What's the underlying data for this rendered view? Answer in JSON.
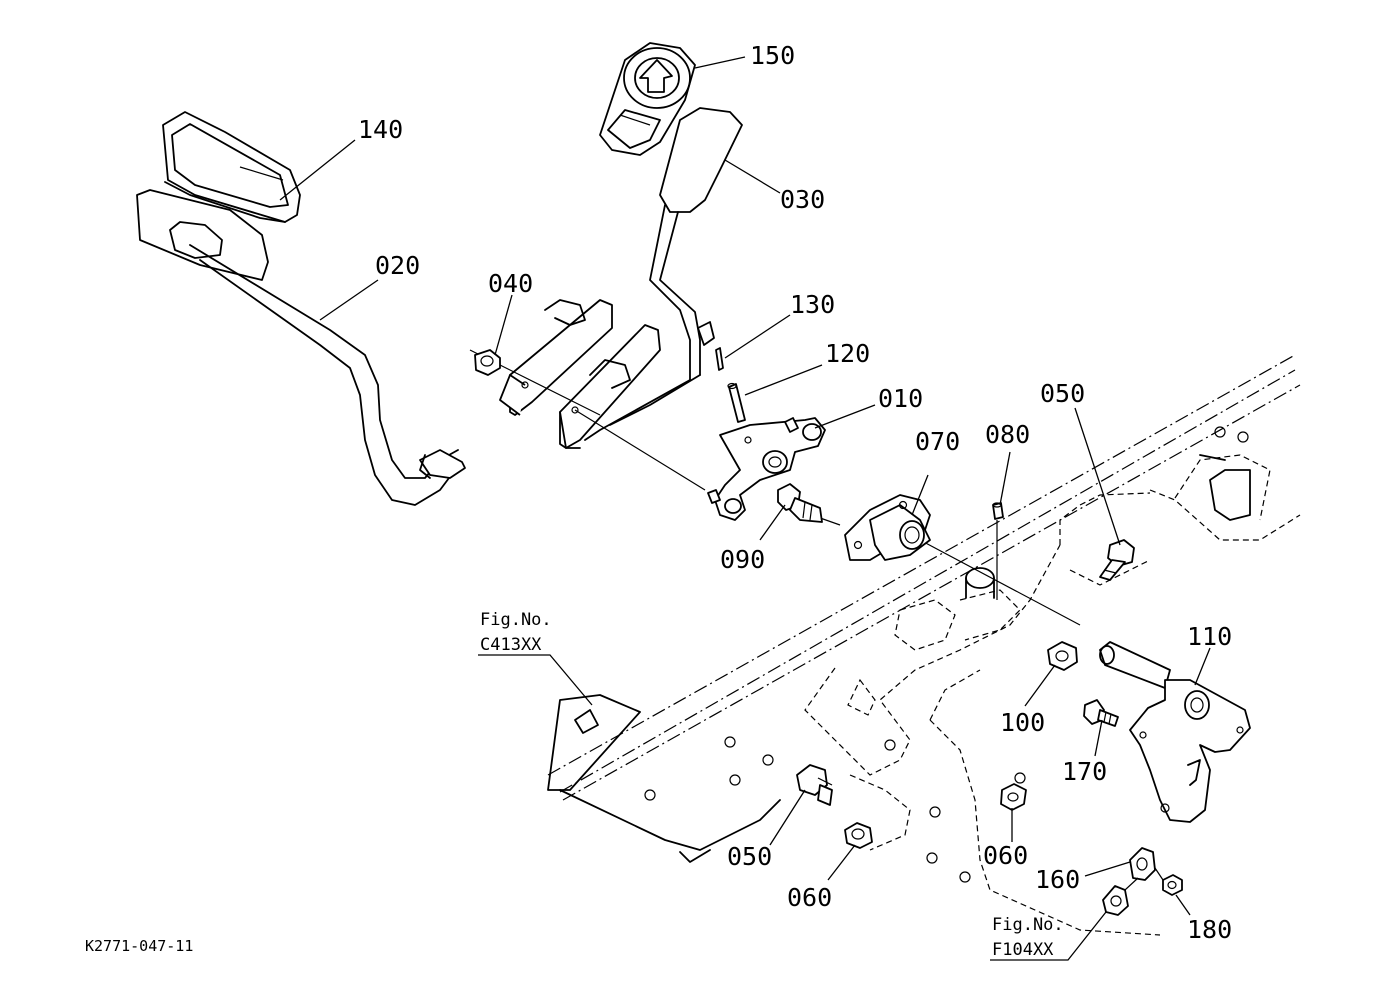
{
  "diagram": {
    "drawing_code": "K2771-047-11",
    "part_labels": [
      "140",
      "150",
      "030",
      "020",
      "040",
      "130",
      "120",
      "010",
      "070",
      "080",
      "050",
      "090",
      "110",
      "100",
      "170",
      "060",
      "050",
      "060",
      "160",
      "180"
    ],
    "references": [
      {
        "line1": "Fig.No.",
        "line2": "C413XX"
      },
      {
        "line1": "Fig.No.",
        "line2": "F104XX"
      }
    ]
  }
}
